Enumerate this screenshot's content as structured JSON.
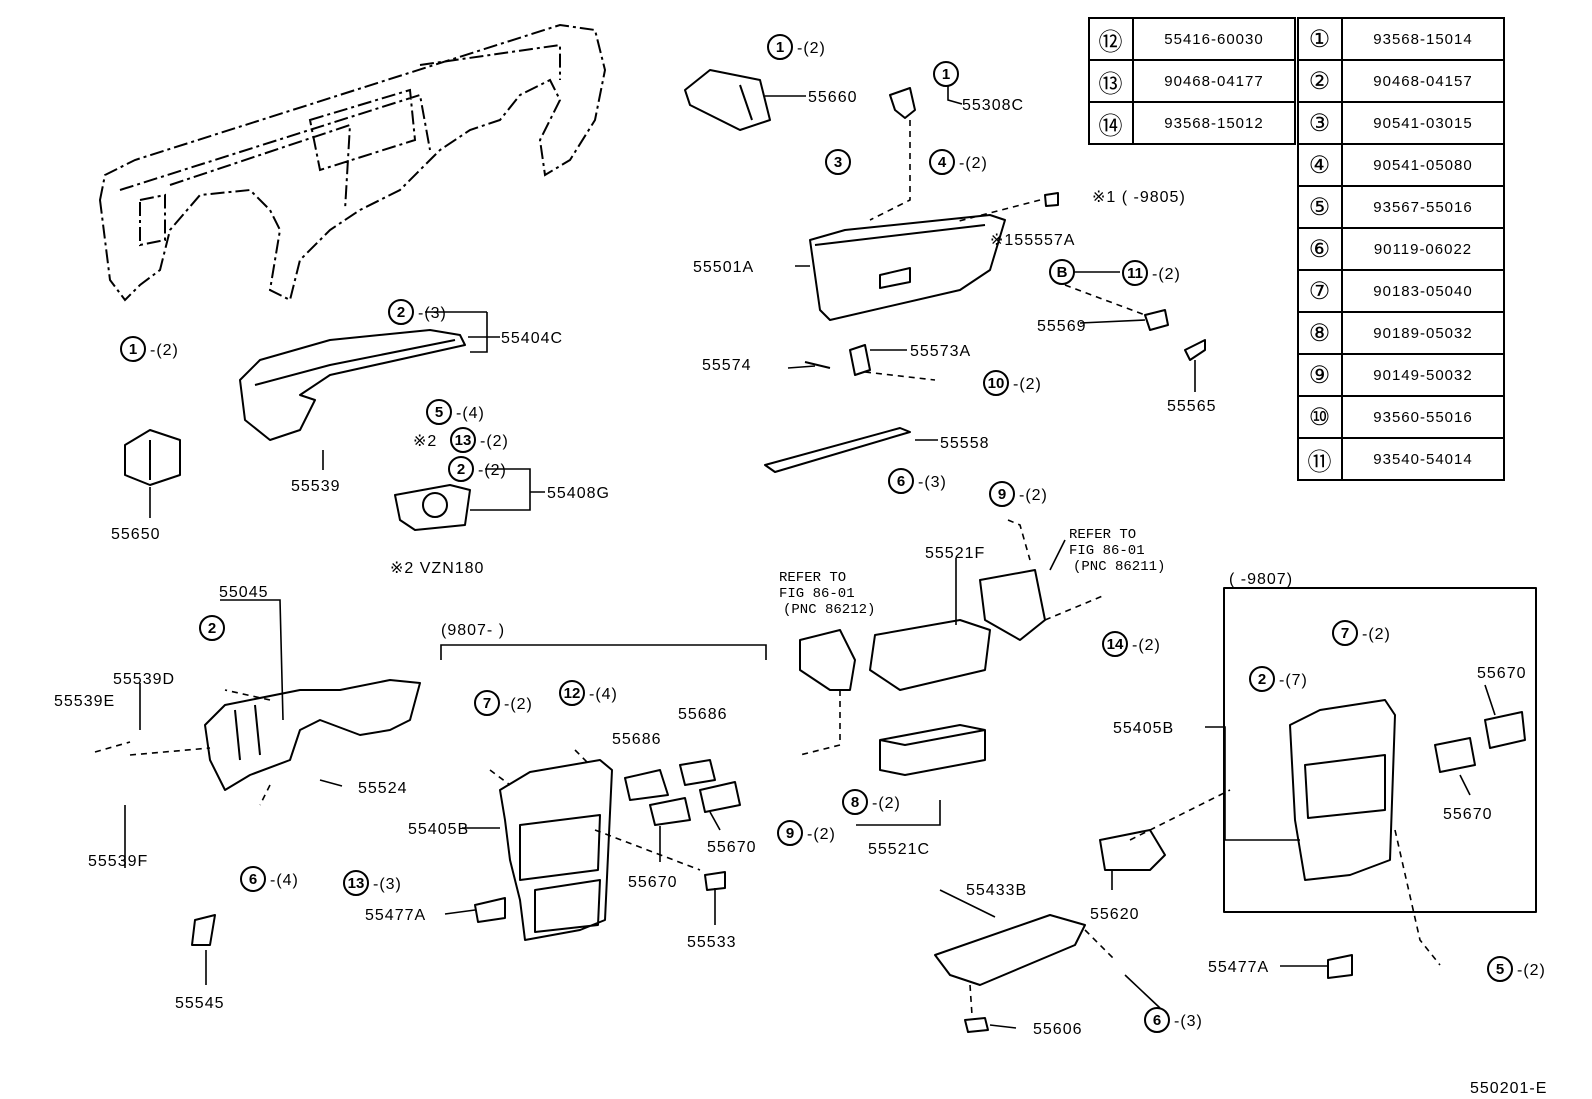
{
  "diagram_id": "550201-E",
  "parts_table_left": [
    {
      "ref": "⑫",
      "part_no": "55416-60030"
    },
    {
      "ref": "⑬",
      "part_no": "90468-04177"
    },
    {
      "ref": "⑭",
      "part_no": "93568-15012"
    }
  ],
  "parts_table_right": [
    {
      "ref": "①",
      "part_no": "93568-15014"
    },
    {
      "ref": "②",
      "part_no": "90468-04157"
    },
    {
      "ref": "③",
      "part_no": "90541-03015"
    },
    {
      "ref": "④",
      "part_no": "90541-05080"
    },
    {
      "ref": "⑤",
      "part_no": "93567-55016"
    },
    {
      "ref": "⑥",
      "part_no": "90119-06022"
    },
    {
      "ref": "⑦",
      "part_no": "90183-05040"
    },
    {
      "ref": "⑧",
      "part_no": "90189-05032"
    },
    {
      "ref": "⑨",
      "part_no": "90149-50032"
    },
    {
      "ref": "⑩",
      "part_no": "93560-55016"
    },
    {
      "ref": "⑪",
      "part_no": "93540-54014"
    }
  ],
  "labels": [
    "55660",
    "55308C",
    "※1 (      -9805)",
    "※155557A",
    "55501A",
    "55569",
    "55574",
    "55573A",
    "55565",
    "55558",
    "55404C",
    "55539",
    "55408G",
    "55650",
    "※2  VZN180",
    "55045",
    "55539D",
    "55539E",
    "55524",
    "55539F",
    "55545",
    "(9807-        )",
    "55686",
    "55686",
    "55405B",
    "55670",
    "55670",
    "55477A",
    "55533",
    "55521F",
    "55521C",
    "55433B",
    "55620",
    "55606",
    "(      -9807)",
    "55670",
    "55670",
    "55405B",
    "55477A",
    "550201-E"
  ],
  "refer_notes": [
    {
      "line1": "REFER TO",
      "line2": "FIG 86-01",
      "line3": "(PNC 86212)"
    },
    {
      "line1": "REFER TO",
      "line2": "FIG 86-01",
      "line3": "(PNC 86211)"
    }
  ],
  "callouts": [
    {
      "num": "1",
      "qty": "-(2)"
    },
    {
      "num": "1",
      "qty": ""
    },
    {
      "num": "3",
      "qty": ""
    },
    {
      "num": "4",
      "qty": "-(2)"
    },
    {
      "num": "B",
      "qty": ""
    },
    {
      "num": "11",
      "qty": "-(2)"
    },
    {
      "num": "10",
      "qty": "-(2)"
    },
    {
      "num": "6",
      "qty": "-(3)"
    },
    {
      "num": "1",
      "qty": "-(2)"
    },
    {
      "num": "2",
      "qty": "-(3)"
    },
    {
      "num": "5",
      "qty": "-(4)"
    },
    {
      "num": "13",
      "qty": "-(2)",
      "prefix": "※2"
    },
    {
      "num": "2",
      "qty": "-(2)"
    },
    {
      "num": "2",
      "qty": ""
    },
    {
      "num": "6",
      "qty": "-(4)"
    },
    {
      "num": "7",
      "qty": "-(2)"
    },
    {
      "num": "12",
      "qty": "-(4)"
    },
    {
      "num": "13",
      "qty": "-(3)"
    },
    {
      "num": "9",
      "qty": "-(2)"
    },
    {
      "num": "14",
      "qty": "-(2)"
    },
    {
      "num": "9",
      "qty": "-(2)"
    },
    {
      "num": "8",
      "qty": "-(2)"
    },
    {
      "num": "6",
      "qty": "-(3)"
    },
    {
      "num": "7",
      "qty": "-(2)"
    },
    {
      "num": "2",
      "qty": "-(7)"
    },
    {
      "num": "5",
      "qty": "-(2)"
    }
  ]
}
